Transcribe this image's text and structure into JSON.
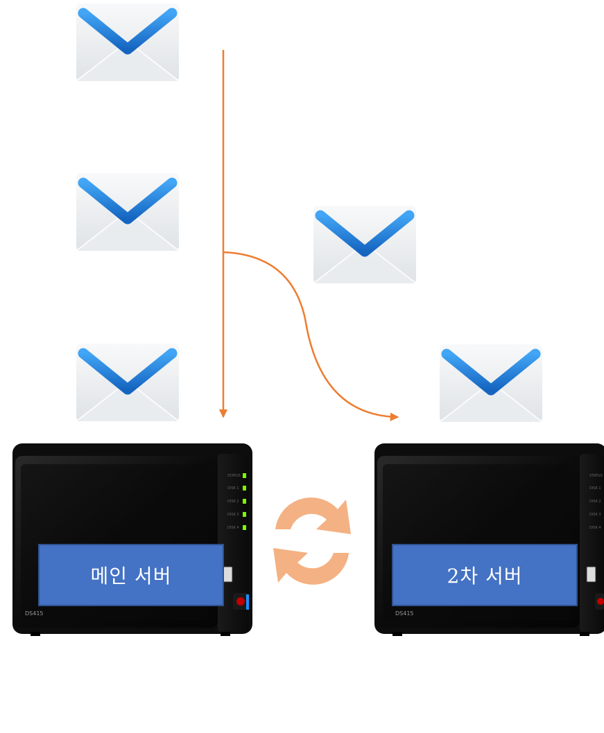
{
  "labels": {
    "main_server": "메인 서버",
    "secondary_server": "2차 서버"
  },
  "nas": {
    "model": "DS415",
    "led_labels": [
      "STATUS",
      "DISK 1",
      "DISK 2",
      "DISK 3",
      "DISK 4"
    ]
  },
  "colors": {
    "arrow": "#ed7d31",
    "sync_icon": "#f4b183",
    "label_fill": "#4472c4",
    "envelope_accent": "#1e88e5"
  },
  "icons": [
    "envelope-icon",
    "sync-icon",
    "arrow-down",
    "arrow-curved"
  ]
}
